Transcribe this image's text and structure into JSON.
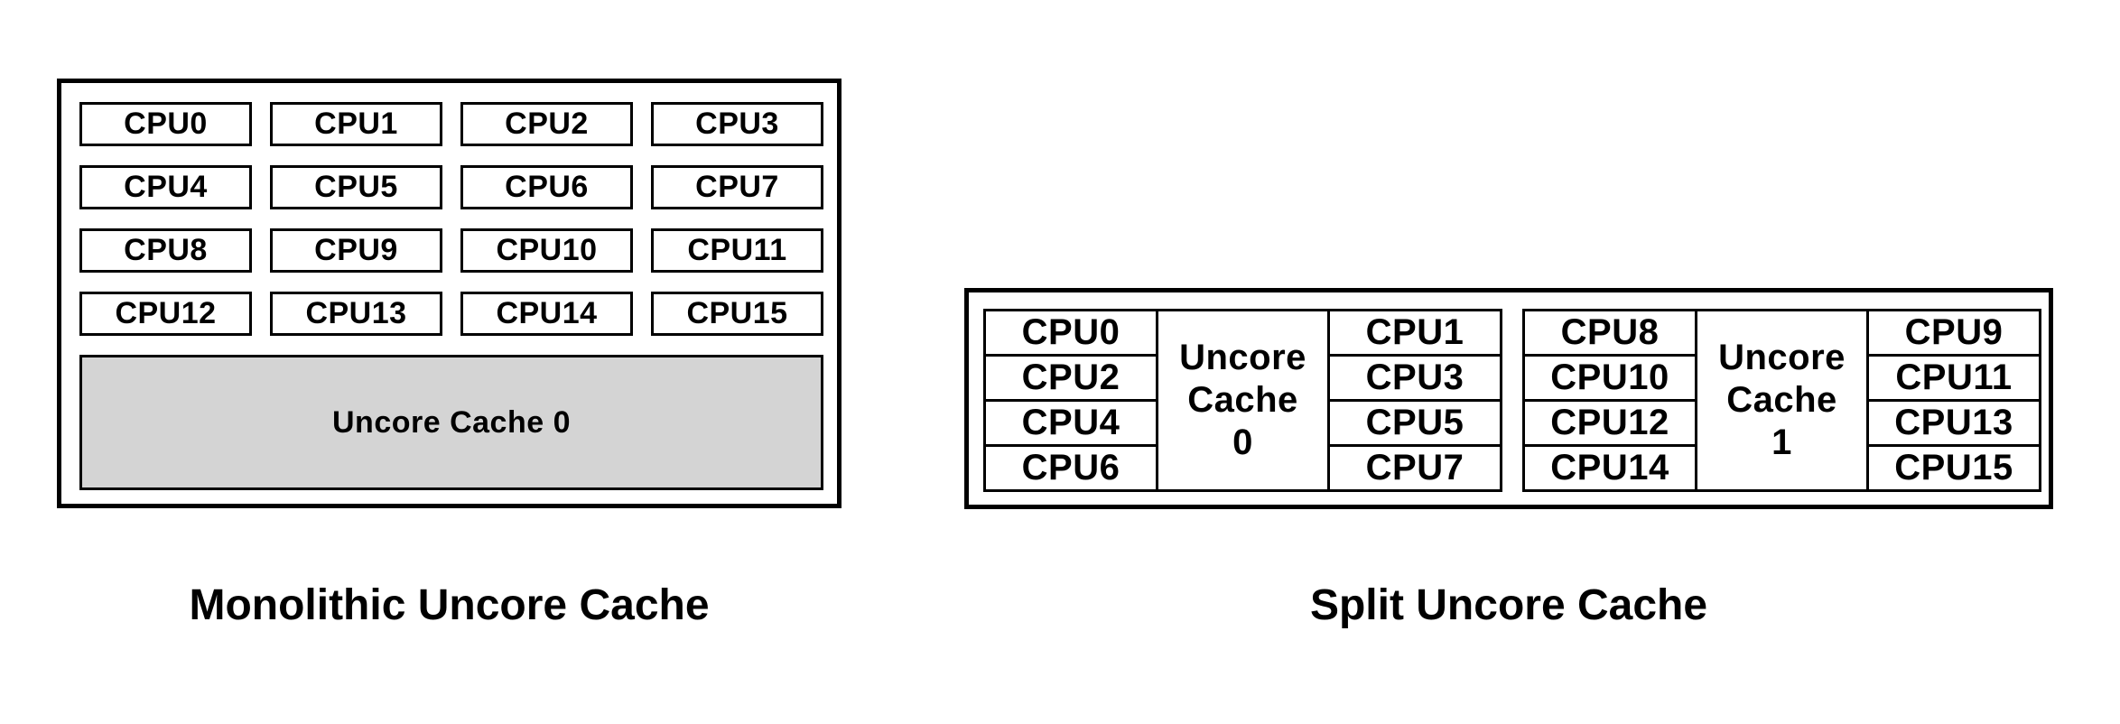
{
  "left_diagram": {
    "caption": "Monolithic Uncore Cache",
    "cpus": [
      "CPU0",
      "CPU1",
      "CPU2",
      "CPU3",
      "CPU4",
      "CPU5",
      "CPU6",
      "CPU7",
      "CPU8",
      "CPU9",
      "CPU10",
      "CPU11",
      "CPU12",
      "CPU13",
      "CPU14",
      "CPU15"
    ],
    "uncore_label": "Uncore Cache 0"
  },
  "right_diagram": {
    "caption": "Split Uncore Cache",
    "clusters": [
      {
        "left_cpus": [
          "CPU0",
          "CPU2",
          "CPU4",
          "CPU6"
        ],
        "uncore_lines": [
          "Uncore",
          "Cache",
          "0"
        ],
        "right_cpus": [
          "CPU1",
          "CPU3",
          "CPU5",
          "CPU7"
        ]
      },
      {
        "left_cpus": [
          "CPU8",
          "CPU10",
          "CPU12",
          "CPU14"
        ],
        "uncore_lines": [
          "Uncore",
          "Cache",
          "1"
        ],
        "right_cpus": [
          "CPU9",
          "CPU11",
          "CPU13",
          "CPU15"
        ]
      }
    ]
  },
  "colors": {
    "background": "#ffffff",
    "box_border": "#000000",
    "cache_fill": "#d4d4d4",
    "text": "#000000"
  }
}
